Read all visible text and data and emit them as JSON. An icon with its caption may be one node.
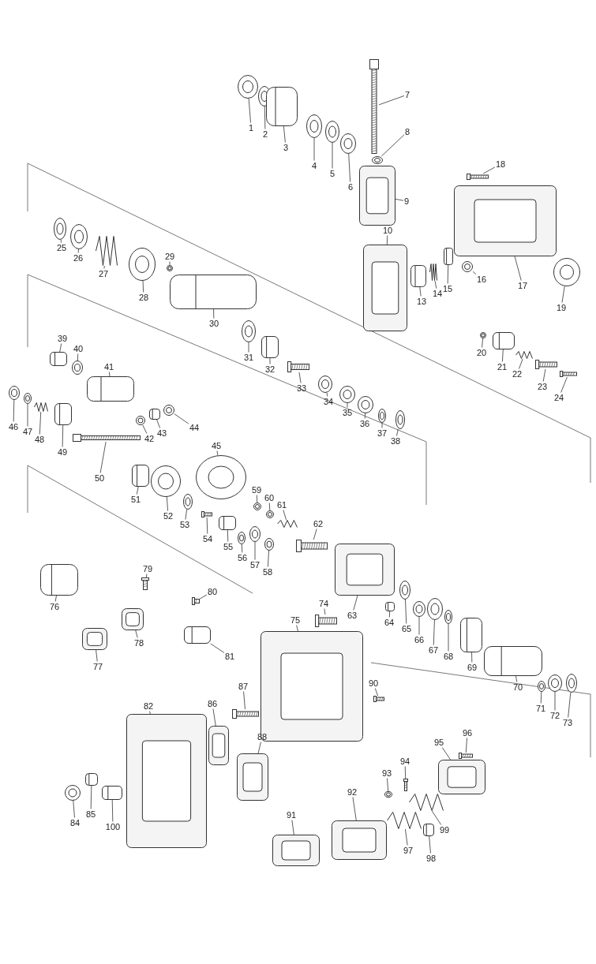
{
  "diagram": {
    "nodes": [
      {
        "text": [
          "1"
        ]
      },
      {
        "text": [],
        "shape": "picture"
      },
      {
        "text": [
          "2"
        ]
      },
      {
        "text": [],
        "shape": "picture"
      },
      {
        "text": [
          "3"
        ]
      },
      {
        "text": [],
        "shape": "picture"
      },
      {
        "text": [
          "4"
        ]
      },
      {
        "text": [],
        "shape": "picture"
      },
      {
        "text": [
          "5"
        ]
      },
      {
        "text": [],
        "shape": "picture"
      },
      {
        "text": [
          "6"
        ]
      },
      {
        "text": [],
        "shape": "picture"
      },
      {
        "text": [
          "7"
        ]
      },
      {
        "text": [],
        "shape": "picture"
      },
      {
        "text": [
          "8"
        ]
      },
      {
        "text": [],
        "shape": "picture"
      },
      {
        "text": [
          "9"
        ]
      },
      {
        "text": [],
        "shape": "picture"
      },
      {
        "text": [
          "10"
        ]
      },
      {
        "text": [],
        "shape": "picture"
      },
      {
        "text": [
          "13"
        ]
      },
      {
        "text": [],
        "shape": "picture"
      },
      {
        "text": [
          "14"
        ]
      },
      {
        "text": [],
        "shape": "picture"
      },
      {
        "text": [
          "15"
        ]
      },
      {
        "text": [],
        "shape": "picture"
      },
      {
        "text": [
          "16"
        ]
      },
      {
        "text": [],
        "shape": "picture"
      },
      {
        "text": [
          "17"
        ]
      },
      {
        "text": [],
        "shape": "picture"
      },
      {
        "text": [
          "18"
        ]
      },
      {
        "text": [],
        "shape": "picture"
      },
      {
        "text": [
          "19"
        ]
      },
      {
        "text": [],
        "shape": "picture"
      },
      {
        "text": [
          "20"
        ]
      },
      {
        "text": [],
        "shape": "picture"
      },
      {
        "text": [
          "21"
        ]
      },
      {
        "text": [],
        "shape": "picture"
      },
      {
        "text": [
          "22"
        ]
      },
      {
        "text": [],
        "shape": "picture"
      },
      {
        "text": [
          "23"
        ]
      },
      {
        "text": [],
        "shape": "picture"
      },
      {
        "text": [
          "24"
        ]
      },
      {
        "text": [],
        "shape": "picture"
      },
      {
        "text": [
          "25"
        ]
      },
      {
        "text": [],
        "shape": "picture"
      },
      {
        "text": [
          "26"
        ]
      },
      {
        "text": [],
        "shape": "picture"
      },
      {
        "text": [
          "27"
        ]
      },
      {
        "text": [],
        "shape": "picture"
      },
      {
        "text": [
          "28"
        ]
      },
      {
        "text": [],
        "shape": "picture"
      },
      {
        "text": [
          "29"
        ]
      },
      {
        "text": [],
        "shape": "picture"
      },
      {
        "text": [
          "30"
        ]
      },
      {
        "text": [],
        "shape": "picture"
      },
      {
        "text": [
          "31"
        ]
      },
      {
        "text": [],
        "shape": "picture"
      },
      {
        "text": [
          "32"
        ]
      },
      {
        "text": [],
        "shape": "picture"
      },
      {
        "text": [
          "33"
        ]
      },
      {
        "text": [],
        "shape": "picture"
      },
      {
        "text": [
          "34"
        ]
      },
      {
        "text": [],
        "shape": "picture"
      },
      {
        "text": [
          "35"
        ]
      },
      {
        "text": [],
        "shape": "picture"
      },
      {
        "text": [
          "36"
        ]
      },
      {
        "text": [],
        "shape": "picture"
      },
      {
        "text": [
          "37"
        ]
      },
      {
        "text": [],
        "shape": "picture"
      },
      {
        "text": [
          "38"
        ]
      },
      {
        "text": [],
        "shape": "picture"
      },
      {
        "text": [
          "39"
        ]
      },
      {
        "text": [],
        "shape": "picture"
      },
      {
        "text": [
          "40"
        ]
      },
      {
        "text": [],
        "shape": "picture"
      },
      {
        "text": [
          "41"
        ]
      },
      {
        "text": [],
        "shape": "picture"
      },
      {
        "text": [
          "42"
        ]
      },
      {
        "text": [],
        "shape": "picture"
      },
      {
        "text": [
          "43"
        ]
      },
      {
        "text": [],
        "shape": "picture"
      },
      {
        "text": [
          "44"
        ]
      },
      {
        "text": [],
        "shape": "picture"
      },
      {
        "text": [
          "45"
        ]
      },
      {
        "text": [],
        "shape": "picture"
      },
      {
        "text": [
          "46"
        ]
      },
      {
        "text": [],
        "shape": "picture"
      },
      {
        "text": [
          "47"
        ]
      },
      {
        "text": [],
        "shape": "picture"
      },
      {
        "text": [
          "48"
        ]
      },
      {
        "text": [],
        "shape": "picture"
      },
      {
        "text": [
          "49"
        ]
      },
      {
        "text": [],
        "shape": "picture"
      },
      {
        "text": [
          "50"
        ]
      },
      {
        "text": [],
        "shape": "picture"
      },
      {
        "text": [
          "51"
        ]
      },
      {
        "text": [],
        "shape": "picture"
      },
      {
        "text": [
          "52"
        ]
      },
      {
        "text": [],
        "shape": "picture"
      },
      {
        "text": [
          "53"
        ]
      },
      {
        "text": [],
        "shape": "picture"
      },
      {
        "text": [
          "54"
        ]
      },
      {
        "text": [],
        "shape": "picture"
      },
      {
        "text": [
          "55"
        ]
      },
      {
        "text": [],
        "shape": "picture"
      },
      {
        "text": [
          "56"
        ]
      },
      {
        "text": [],
        "shape": "picture"
      },
      {
        "text": [
          "57"
        ]
      },
      {
        "text": [],
        "shape": "picture"
      },
      {
        "text": [
          "58"
        ]
      },
      {
        "text": [],
        "shape": "picture"
      },
      {
        "text": [
          "59"
        ]
      },
      {
        "text": [],
        "shape": "picture"
      },
      {
        "text": [
          "60"
        ]
      },
      {
        "text": [],
        "shape": "picture"
      },
      {
        "text": [
          "61"
        ]
      },
      {
        "text": [],
        "shape": "picture"
      },
      {
        "text": [
          "62"
        ]
      },
      {
        "text": [],
        "shape": "picture"
      },
      {
        "text": [
          "63"
        ]
      },
      {
        "text": [],
        "shape": "picture"
      },
      {
        "text": [
          "64"
        ]
      },
      {
        "text": [],
        "shape": "picture"
      },
      {
        "text": [
          "65"
        ]
      },
      {
        "text": [],
        "shape": "picture"
      },
      {
        "text": [
          "66"
        ]
      },
      {
        "text": [],
        "shape": "picture"
      },
      {
        "text": [
          "67"
        ]
      },
      {
        "text": [],
        "shape": "picture"
      },
      {
        "text": [
          "68"
        ]
      },
      {
        "text": [],
        "shape": "picture"
      },
      {
        "text": [
          "69"
        ]
      },
      {
        "text": [],
        "shape": "picture"
      },
      {
        "text": [
          "70"
        ]
      },
      {
        "text": [],
        "shape": "picture"
      },
      {
        "text": [
          "71"
        ]
      },
      {
        "text": [],
        "shape": "picture"
      },
      {
        "text": [
          "72"
        ]
      },
      {
        "text": [],
        "shape": "picture"
      },
      {
        "text": [
          "73"
        ]
      },
      {
        "text": [],
        "shape": "picture"
      },
      {
        "text": [
          "74"
        ]
      },
      {
        "text": [],
        "shape": "picture"
      },
      {
        "text": [
          "75"
        ]
      },
      {
        "text": [],
        "shape": "picture"
      },
      {
        "text": [
          "76"
        ]
      },
      {
        "text": [],
        "shape": "picture"
      },
      {
        "text": [
          "77"
        ]
      },
      {
        "text": [],
        "shape": "picture"
      },
      {
        "text": [
          "78"
        ]
      },
      {
        "text": [],
        "shape": "picture"
      },
      {
        "text": [
          "79"
        ]
      },
      {
        "text": [],
        "shape": "picture"
      },
      {
        "text": [
          "80"
        ]
      },
      {
        "text": [],
        "shape": "picture"
      },
      {
        "text": [
          "81"
        ]
      },
      {
        "text": [],
        "shape": "picture"
      },
      {
        "text": [
          "82"
        ]
      },
      {
        "text": [],
        "shape": "picture"
      },
      {
        "text": [
          "84"
        ]
      },
      {
        "text": [],
        "shape": "picture"
      },
      {
        "text": [
          "85"
        ]
      },
      {
        "text": [],
        "shape": "picture"
      },
      {
        "text": [
          "86"
        ]
      },
      {
        "text": [],
        "shape": "picture"
      },
      {
        "text": [
          "87"
        ]
      },
      {
        "text": [],
        "shape": "picture"
      },
      {
        "text": [
          "88"
        ]
      },
      {
        "text": [],
        "shape": "picture"
      },
      {
        "text": [
          "90"
        ]
      },
      {
        "text": [],
        "shape": "picture"
      },
      {
        "text": [
          "91"
        ]
      },
      {
        "text": [],
        "shape": "picture"
      },
      {
        "text": [
          "92"
        ]
      },
      {
        "text": [],
        "shape": "picture"
      },
      {
        "text": [
          "93"
        ]
      },
      {
        "text": [],
        "shape": "picture"
      },
      {
        "text": [
          "94"
        ]
      },
      {
        "text": [],
        "shape": "picture"
      },
      {
        "text": [
          "95"
        ]
      },
      {
        "text": [],
        "shape": "picture"
      },
      {
        "text": [
          "96"
        ]
      },
      {
        "text": [],
        "shape": "picture"
      },
      {
        "text": [
          "97"
        ]
      },
      {
        "text": [],
        "shape": "picture"
      },
      {
        "text": [
          "98"
        ]
      },
      {
        "text": [],
        "shape": "picture"
      },
      {
        "text": [
          "99"
        ]
      },
      {
        "text": [],
        "shape": "picture"
      },
      {
        "text": [
          "100"
        ]
      },
      {
        "text": [],
        "shape": "picture"
      }
    ],
    "edges": [
      {
        "from": 0,
        "to": 1,
        "arrow": "none"
      },
      {
        "from": 2,
        "to": 3,
        "arrow": "none"
      },
      {
        "from": 4,
        "to": 5,
        "arrow": "none"
      },
      {
        "from": 6,
        "to": 7,
        "arrow": "none"
      },
      {
        "from": 8,
        "to": 9,
        "arrow": "none"
      },
      {
        "from": 10,
        "to": 11,
        "arrow": "none"
      },
      {
        "from": 12,
        "to": 13,
        "arrow": "none"
      },
      {
        "from": 14,
        "to": 15,
        "arrow": "none"
      },
      {
        "from": 16,
        "to": 17,
        "arrow": "none"
      },
      {
        "from": 18,
        "to": 19,
        "arrow": "none"
      },
      {
        "from": 20,
        "to": 21,
        "arrow": "none"
      },
      {
        "from": 22,
        "to": 23,
        "arrow": "none"
      },
      {
        "from": 24,
        "to": 25,
        "arrow": "none"
      },
      {
        "from": 26,
        "to": 27,
        "arrow": "none"
      },
      {
        "from": 28,
        "to": 29,
        "arrow": "none"
      },
      {
        "from": 30,
        "to": 31,
        "arrow": "none"
      },
      {
        "from": 32,
        "to": 33,
        "arrow": "none"
      },
      {
        "from": 34,
        "to": 35,
        "arrow": "none"
      },
      {
        "from": 36,
        "to": 37,
        "arrow": "none"
      },
      {
        "from": 38,
        "to": 39,
        "arrow": "none"
      },
      {
        "from": 40,
        "to": 41,
        "arrow": "none"
      },
      {
        "from": 42,
        "to": 43,
        "arrow": "none"
      },
      {
        "from": 44,
        "to": 45,
        "arrow": "none"
      },
      {
        "from": 46,
        "to": 47,
        "arrow": "none"
      },
      {
        "from": 48,
        "to": 49,
        "arrow": "none"
      },
      {
        "from": 50,
        "to": 51,
        "arrow": "none"
      },
      {
        "from": 52,
        "to": 53,
        "arrow": "none"
      },
      {
        "from": 54,
        "to": 55,
        "arrow": "none"
      },
      {
        "from": 56,
        "to": 57,
        "arrow": "none"
      },
      {
        "from": 58,
        "to": 59,
        "arrow": "none"
      },
      {
        "from": 60,
        "to": 61,
        "arrow": "none"
      },
      {
        "from": 62,
        "to": 63,
        "arrow": "none"
      },
      {
        "from": 64,
        "to": 65,
        "arrow": "none"
      },
      {
        "from": 66,
        "to": 67,
        "arrow": "none"
      },
      {
        "from": 68,
        "to": 69,
        "arrow": "none"
      },
      {
        "from": 70,
        "to": 71,
        "arrow": "none"
      },
      {
        "from": 72,
        "to": 73,
        "arrow": "none"
      },
      {
        "from": 74,
        "to": 75,
        "arrow": "none"
      },
      {
        "from": 76,
        "to": 77,
        "arrow": "none"
      },
      {
        "from": 78,
        "to": 79,
        "arrow": "none"
      },
      {
        "from": 80,
        "to": 81,
        "arrow": "none"
      },
      {
        "from": 82,
        "to": 83,
        "arrow": "none"
      },
      {
        "from": 84,
        "to": 85,
        "arrow": "none"
      },
      {
        "from": 86,
        "to": 87,
        "arrow": "none"
      },
      {
        "from": 88,
        "to": 89,
        "arrow": "none"
      },
      {
        "from": 90,
        "to": 91,
        "arrow": "none"
      },
      {
        "from": 92,
        "to": 93,
        "arrow": "none"
      },
      {
        "from": 94,
        "to": 95,
        "arrow": "none"
      },
      {
        "from": 96,
        "to": 97,
        "arrow": "none"
      },
      {
        "from": 98,
        "to": 99,
        "arrow": "none"
      },
      {
        "from": 100,
        "to": 101,
        "arrow": "none"
      },
      {
        "from": 102,
        "to": 103,
        "arrow": "none"
      },
      {
        "from": 104,
        "to": 105,
        "arrow": "none"
      },
      {
        "from": 106,
        "to": 107,
        "arrow": "none"
      },
      {
        "from": 108,
        "to": 109,
        "arrow": "none"
      },
      {
        "from": 110,
        "to": 111,
        "arrow": "none"
      },
      {
        "from": 112,
        "to": 113,
        "arrow": "none"
      },
      {
        "from": 114,
        "to": 115,
        "arrow": "none"
      },
      {
        "from": 116,
        "to": 117,
        "arrow": "none"
      },
      {
        "from": 118,
        "to": 119,
        "arrow": "none"
      },
      {
        "from": 120,
        "to": 121,
        "arrow": "none"
      },
      {
        "from": 122,
        "to": 123,
        "arrow": "none"
      },
      {
        "from": 124,
        "to": 125,
        "arrow": "none"
      },
      {
        "from": 126,
        "to": 127,
        "arrow": "none"
      },
      {
        "from": 128,
        "to": 129,
        "arrow": "none"
      },
      {
        "from": 130,
        "to": 131,
        "arrow": "none"
      },
      {
        "from": 132,
        "to": 133,
        "arrow": "none"
      },
      {
        "from": 134,
        "to": 135,
        "arrow": "none"
      },
      {
        "from": 136,
        "to": 137,
        "arrow": "none"
      },
      {
        "from": 138,
        "to": 139,
        "arrow": "none"
      },
      {
        "from": 140,
        "to": 141,
        "arrow": "none"
      },
      {
        "from": 142,
        "to": 143,
        "arrow": "none"
      },
      {
        "from": 144,
        "to": 145,
        "arrow": "none"
      },
      {
        "from": 146,
        "to": 147,
        "arrow": "none"
      },
      {
        "from": 148,
        "to": 149,
        "arrow": "none"
      },
      {
        "from": 150,
        "to": 151,
        "arrow": "none"
      },
      {
        "from": 152,
        "to": 153,
        "arrow": "none"
      },
      {
        "from": 154,
        "to": 155,
        "arrow": "none"
      },
      {
        "from": 156,
        "to": 157,
        "arrow": "none"
      },
      {
        "from": 158,
        "to": 159,
        "arrow": "none"
      },
      {
        "from": 160,
        "to": 161,
        "arrow": "none"
      },
      {
        "from": 162,
        "to": 163,
        "arrow": "none"
      },
      {
        "from": 164,
        "to": 165,
        "arrow": "none"
      },
      {
        "from": 166,
        "to": 167,
        "arrow": "none"
      },
      {
        "from": 168,
        "to": 169,
        "arrow": "none"
      },
      {
        "from": 170,
        "to": 171,
        "arrow": "none"
      },
      {
        "from": 172,
        "to": 173,
        "arrow": "none"
      },
      {
        "from": 174,
        "to": 175,
        "arrow": "none"
      },
      {
        "from": 176,
        "to": 177,
        "arrow": "none"
      },
      {
        "from": 178,
        "to": 179,
        "arrow": "none"
      },
      {
        "from": 180,
        "to": 181,
        "arrow": "none"
      },
      {
        "from": 182,
        "to": 183,
        "arrow": "none"
      },
      {
        "from": 184,
        "to": 185,
        "arrow": "none"
      },
      {
        "from": 186,
        "to": 187,
        "arrow": "none"
      },
      {
        "from": 188,
        "to": 189,
        "arrow": "none"
      },
      {
        "from": 190,
        "to": 191,
        "arrow": "none"
      }
    ]
  }
}
